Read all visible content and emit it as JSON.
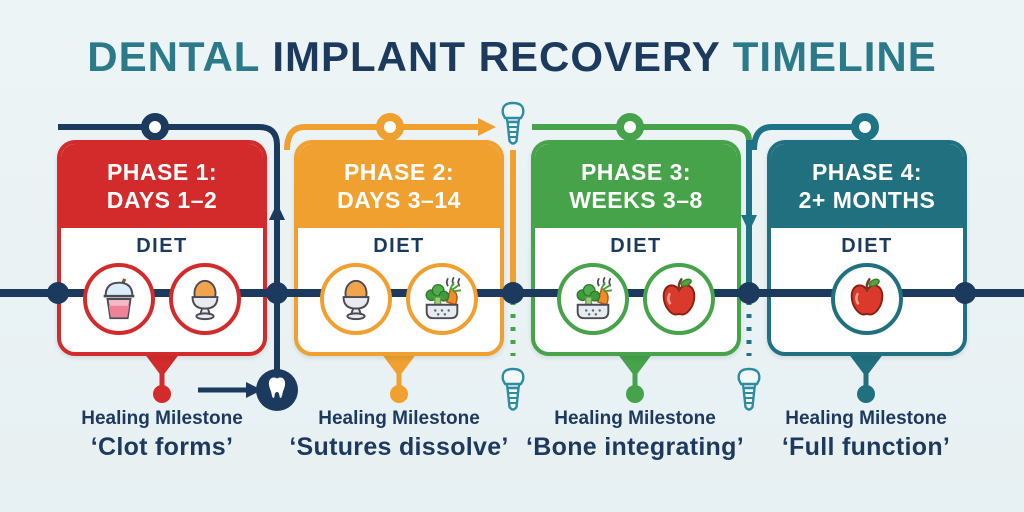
{
  "title": {
    "part1": "DENTAL",
    "part2": " IMPLANT RECOVERY ",
    "part3": "TIMELINE"
  },
  "phases": [
    {
      "name": "PHASE 1:",
      "range": "DAYS 1–2",
      "diet_label": "DIET",
      "color": "#d32b2b",
      "diet_icons": [
        "smoothie-icon",
        "boiled-egg-icon"
      ],
      "milestone_label": "Healing Milestone",
      "milestone": "‘Clot forms’"
    },
    {
      "name": "PHASE 2:",
      "range": "DAYS 3–14",
      "diet_label": "DIET",
      "color": "#f0a02f",
      "diet_icons": [
        "boiled-egg-icon",
        "steamed-vegetables-icon"
      ],
      "milestone_label": "Healing Milestone",
      "milestone": "‘Sutures dissolve’"
    },
    {
      "name": "PHASE 3:",
      "range": "WEEKS 3–8",
      "diet_label": "DIET",
      "color": "#46a34a",
      "diet_icons": [
        "steamed-vegetables-icon",
        "apple-icon"
      ],
      "milestone_label": "Healing Milestone",
      "milestone": "‘Bone integrating’"
    },
    {
      "name": "PHASE 4:",
      "range": "2+ MONTHS",
      "diet_label": "DIET",
      "color": "#20707f",
      "diet_icons": [
        "apple-icon"
      ],
      "milestone_label": "Healing Milestone",
      "milestone": "‘Full function’"
    }
  ],
  "timeline_icons": [
    "tooth-icon",
    "implant-icon",
    "implant-icon",
    "implant-icon"
  ],
  "colors": {
    "background": "#e9f1f3",
    "navy": "#1c3a5e",
    "red": "#d32b2b",
    "orange": "#f0a02f",
    "green": "#46a34a",
    "teal": "#20707f",
    "rail_teal": "#1e7386",
    "implant_outline": "#2e8ca2",
    "title_accent": "#2b7a8a"
  }
}
